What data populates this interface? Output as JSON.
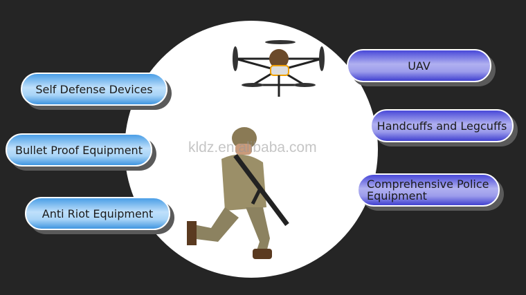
{
  "categories_left": [
    {
      "label": "Self Defense Devices"
    },
    {
      "label": "Bullet Proof Equipment"
    },
    {
      "label": "Anti Riot Equipment"
    }
  ],
  "categories_right": [
    {
      "label": "UAV"
    },
    {
      "label": "Handcuffs and Legcuffs"
    },
    {
      "label": "Comprehensive Police Equipment"
    }
  ],
  "watermark": "kldz.en.alibaba.com",
  "colors": {
    "background": "#252525",
    "left_pill": "#7ebcf0",
    "right_pill": "#8080e6"
  }
}
